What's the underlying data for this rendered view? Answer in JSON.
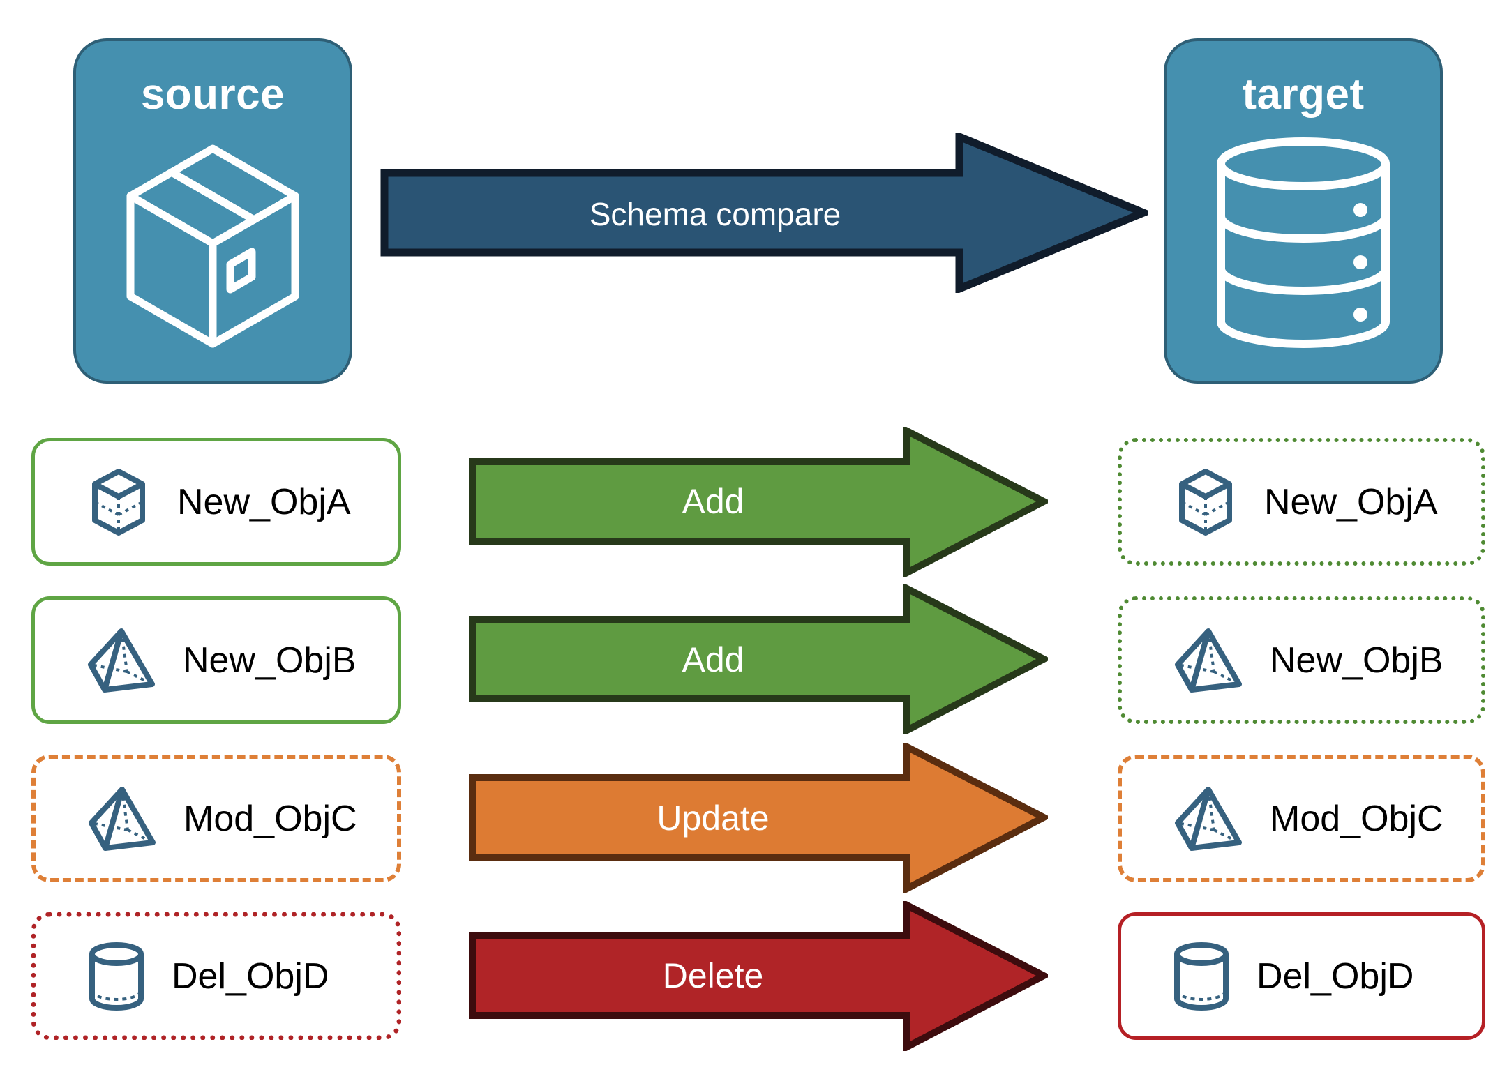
{
  "diagram": {
    "title_source": "source",
    "title_target": "target",
    "compare_arrow_label": "Schema compare"
  },
  "colors": {
    "endpoint_fill": "#4590AF",
    "endpoint_border": "#2E5F76",
    "compare_arrow_fill": "#2A5474",
    "compare_arrow_border": "#101C2B",
    "add_fill": "#5F9B41",
    "add_border": "#27391A",
    "update_fill": "#DD7B33",
    "update_border": "#5A2D10",
    "delete_fill": "#B02427",
    "delete_border": "#3D0C0E",
    "green_solid": "#5FA544",
    "green_dotted": "#4F8A33",
    "orange_dashed": "#DE7F37",
    "red_dotted": "#AF2326",
    "red_solid": "#B52025",
    "object_icon": "#36617F",
    "label_text": "#000000",
    "arrow_text": "#FFFFFF"
  },
  "endpoints": {
    "source": {
      "label": "source",
      "icon": "package-box-icon"
    },
    "target": {
      "label": "target",
      "icon": "database-cylinder-icon"
    }
  },
  "rows": [
    {
      "action": "Add",
      "action_kind": "add",
      "source": {
        "label": "New_ObjA",
        "icon": "cube-outline-icon",
        "border_style": "solid",
        "border_color": "#5FA544"
      },
      "target": {
        "label": "New_ObjA",
        "icon": "cube-outline-icon",
        "border_style": "dotted",
        "border_color": "#4F8A33"
      }
    },
    {
      "action": "Add",
      "action_kind": "add",
      "source": {
        "label": "New_ObjB",
        "icon": "pyramid-outline-icon",
        "border_style": "solid",
        "border_color": "#5FA544"
      },
      "target": {
        "label": "New_ObjB",
        "icon": "pyramid-outline-icon",
        "border_style": "dotted",
        "border_color": "#4F8A33"
      }
    },
    {
      "action": "Update",
      "action_kind": "update",
      "source": {
        "label": "Mod_ObjC",
        "icon": "pyramid-outline-icon",
        "border_style": "dashed",
        "border_color": "#DE7F37"
      },
      "target": {
        "label": "Mod_ObjC",
        "icon": "pyramid-outline-icon",
        "border_style": "dashed",
        "border_color": "#DE7F37"
      }
    },
    {
      "action": "Delete",
      "action_kind": "delete",
      "source": {
        "label": "Del_ObjD",
        "icon": "cylinder-outline-icon",
        "border_style": "dotted",
        "border_color": "#AF2326"
      },
      "target": {
        "label": "Del_ObjD",
        "icon": "cylinder-outline-icon",
        "border_style": "solid",
        "border_color": "#B52025"
      }
    }
  ]
}
